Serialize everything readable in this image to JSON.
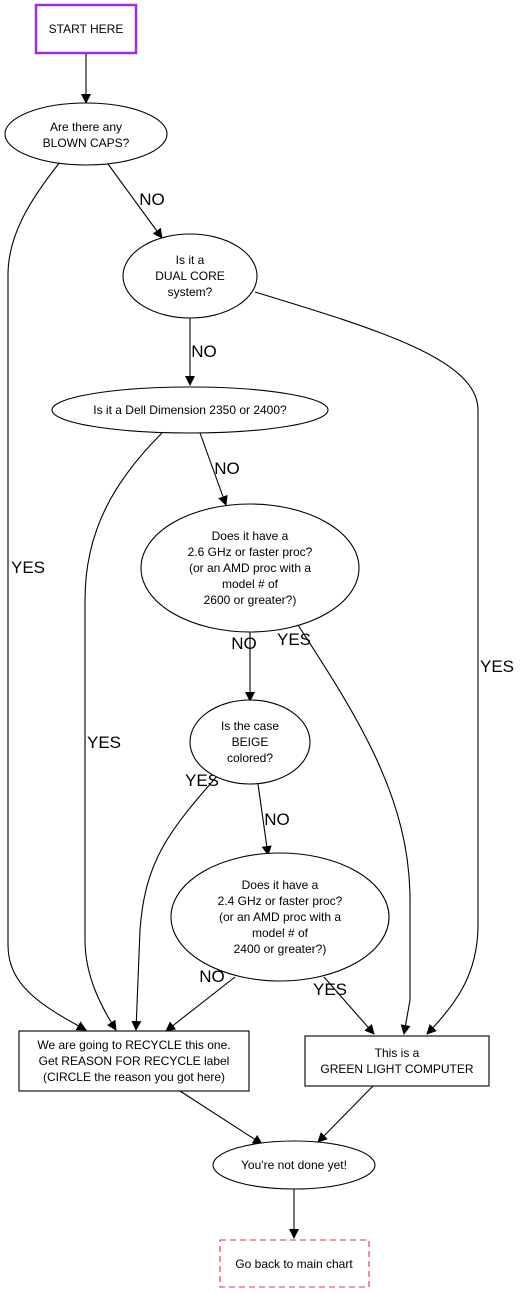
{
  "nodes": {
    "start": {
      "lines": [
        "START HERE"
      ],
      "border_color": "#9b30d9"
    },
    "blown_caps": {
      "lines": [
        "Are there any",
        "BLOWN CAPS?"
      ]
    },
    "dual_core": {
      "lines": [
        "Is it a",
        "DUAL CORE",
        "system?"
      ]
    },
    "dell": {
      "lines": [
        "Is it a Dell Dimension 2350 or 2400?"
      ]
    },
    "ghz26": {
      "lines": [
        "Does it have a",
        "2.6 GHz or faster proc?",
        "(or an AMD proc with a",
        "model # of",
        "2600 or greater?)"
      ]
    },
    "beige": {
      "lines": [
        "Is the case",
        "BEIGE",
        "colored?"
      ]
    },
    "ghz24": {
      "lines": [
        "Does it have a",
        "2.4 GHz or faster proc?",
        "(or an AMD proc with a",
        "model # of",
        "2400 or greater?)"
      ]
    },
    "recycle": {
      "lines": [
        "We are going to RECYCLE this one.",
        "Get REASON FOR RECYCLE label",
        "(CIRCLE the reason you got here)"
      ]
    },
    "green": {
      "lines": [
        "This is a",
        "GREEN LIGHT COMPUTER"
      ]
    },
    "not_done": {
      "lines": [
        "You're not done yet!"
      ]
    },
    "main_chart": {
      "lines": [
        "Go back to main chart"
      ],
      "border_color": "#e8303a"
    }
  },
  "edge_labels": {
    "blown_no": "NO",
    "blown_yes": "YES",
    "dual_no": "NO",
    "dual_yes": "YES",
    "dell_no": "NO",
    "dell_yes": "YES",
    "ghz26_no": "NO",
    "ghz26_yes": "YES",
    "beige_yes": "YES",
    "beige_no": "NO",
    "ghz24_no": "NO",
    "ghz24_yes": "YES"
  }
}
